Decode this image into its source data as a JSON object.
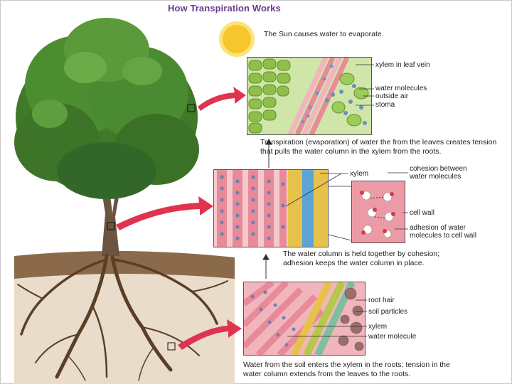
{
  "title": "How Transpiration Works",
  "sun_caption": "The Sun causes water to evaporate.",
  "leaf_panel": {
    "labels": [
      "xylem in leaf vein",
      "water molecules",
      "outside air",
      "stoma"
    ],
    "caption": "Transpiration (evaporation) of water the from the leaves creates tension that pulls the water column in the xylem from the roots."
  },
  "stem_panel": {
    "xylem_label": "xylem",
    "cohesion_label": "cohesion between water molecules",
    "cell_wall_label": "cell wall",
    "adhesion_label": "adhesion of water molecules to cell wall",
    "caption": "The water column is held together by cohesion; adhesion keeps the water column in place."
  },
  "root_panel": {
    "labels": [
      "root hair",
      "soil particles",
      "xylem",
      "water molecule"
    ],
    "caption": "Water from the soil enters the xylem in the roots; tension in the water column extends from the leaves to the roots."
  },
  "colors": {
    "title": "#6a3b8f",
    "arrow": "#e0334f",
    "xylem_pink": "#e88a97",
    "leaf_green": "#7fae3c",
    "water_blue": "#6a8fc4",
    "soil": "#8a6a4a"
  }
}
